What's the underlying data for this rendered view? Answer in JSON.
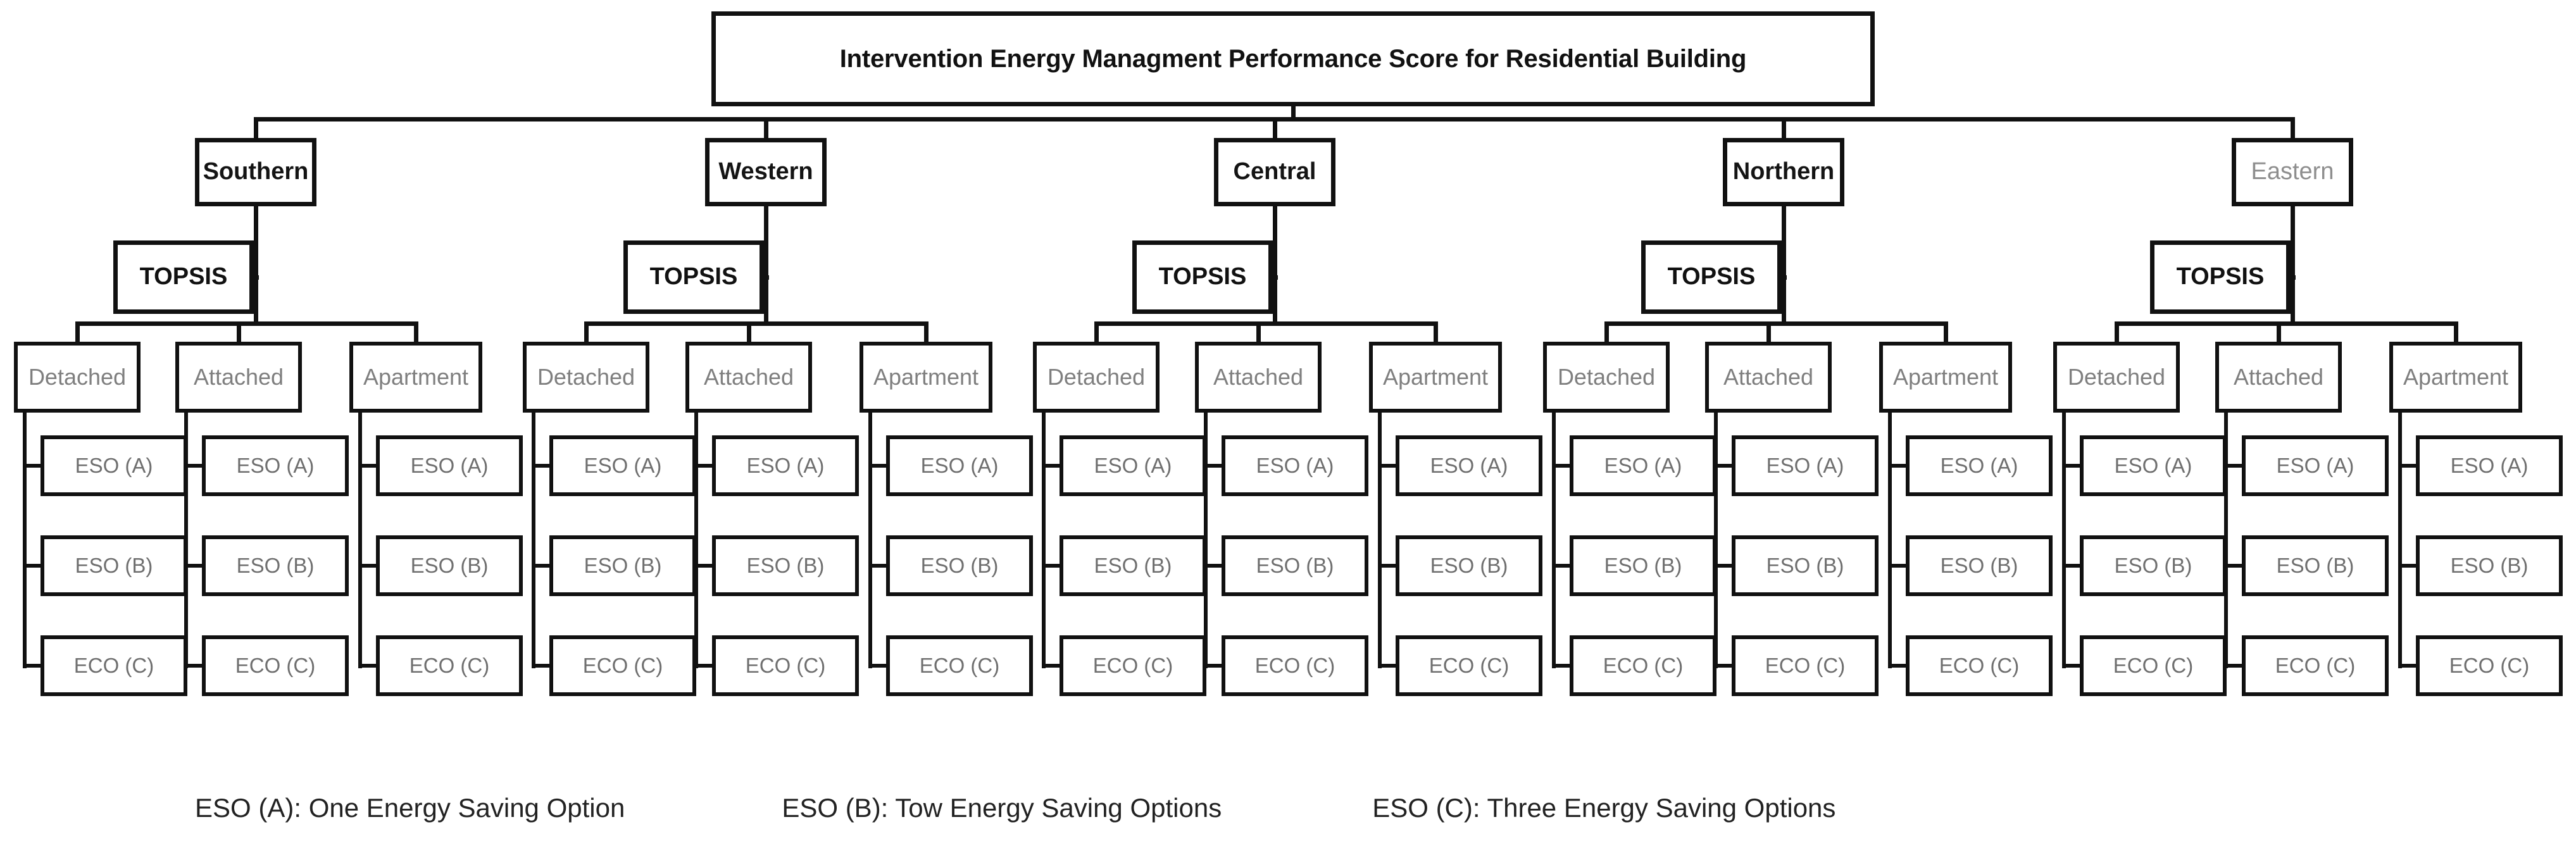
{
  "title": "Intervention Energy Managment Performance Score for Residential Building",
  "method_label": "TOPSIS",
  "regions": [
    {
      "label": "Southern",
      "muted": false
    },
    {
      "label": "Western",
      "muted": false
    },
    {
      "label": "Central",
      "muted": false
    },
    {
      "label": "Northern",
      "muted": false
    },
    {
      "label": "Eastern",
      "muted": true
    }
  ],
  "building_types": [
    "Detached",
    "Attached",
    "Apartment"
  ],
  "options": [
    "ESO (A)",
    "ESO (B)",
    "ECO (C)"
  ],
  "legend": [
    "ESO (A): One Energy Saving Option",
    "ESO (B): Tow Energy Saving Options",
    "ESO (C): Three Energy Saving Options"
  ],
  "colors": {
    "line": "#111111",
    "text_strong": "#111111",
    "text_muted": "#7f7f7f",
    "background": "#ffffff"
  }
}
